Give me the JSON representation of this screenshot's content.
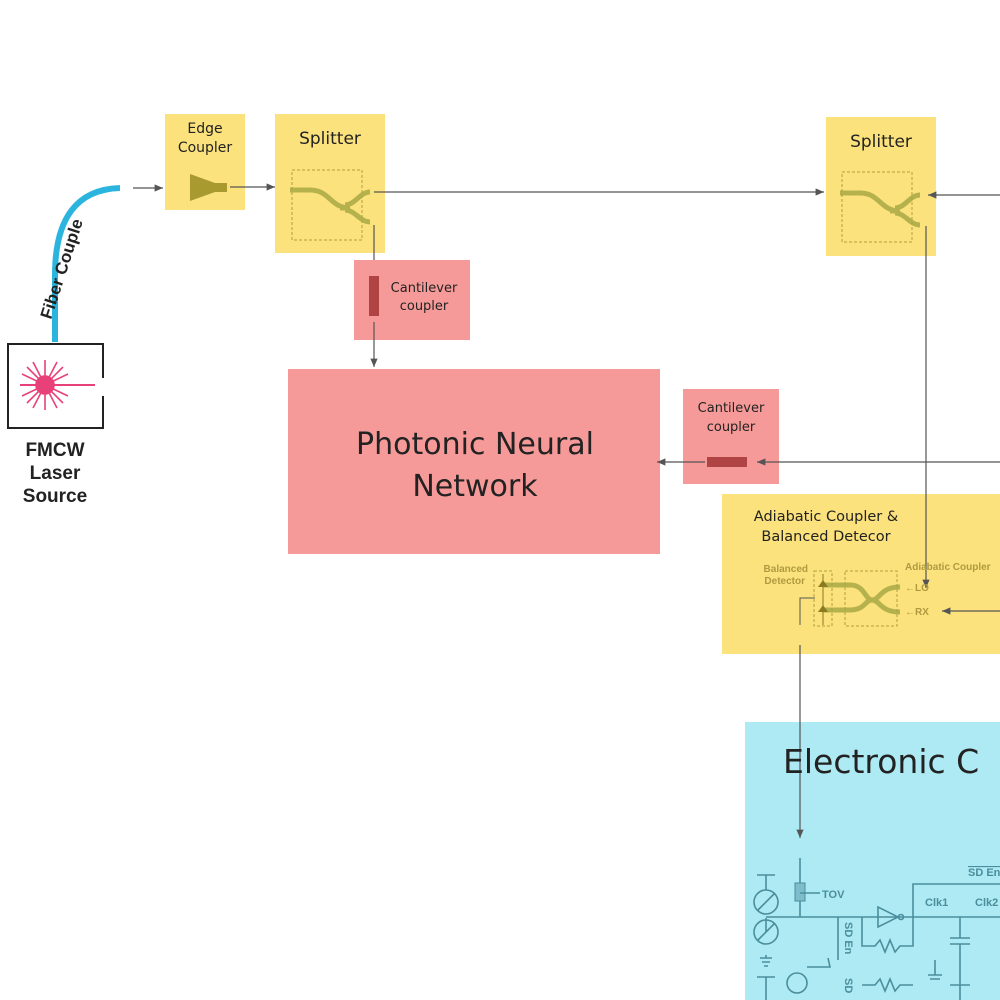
{
  "laser": {
    "fiber_label": "Fiber Couple",
    "label_lines": [
      "FMCW",
      "Laser",
      "Source"
    ]
  },
  "edge_coupler": {
    "lines": [
      "Edge",
      "Coupler"
    ]
  },
  "splitter_1": {
    "title": "Splitter"
  },
  "splitter_2": {
    "title": "Splitter"
  },
  "cantilever_1": {
    "lines": [
      "Cantilever",
      "coupler"
    ]
  },
  "cantilever_2": {
    "lines": [
      "Cantilever",
      "coupler"
    ]
  },
  "pnn": {
    "lines": [
      "Photonic Neural",
      "Network"
    ]
  },
  "adiabatic": {
    "lines": [
      "Adiabatic Coupler &",
      "Balanced Detecor"
    ],
    "detector_label": [
      "Balanced",
      "Detector"
    ],
    "coupler_label": "Adiabatic Coupler",
    "lo": "←LO",
    "rx": "←RX"
  },
  "electronic": {
    "title": "Electronic C",
    "labels": {
      "tov": "TOV",
      "clk1": "Clk1",
      "clk2": "Clk2",
      "sd_en_bar": "SD En",
      "sd_en": "SD En",
      "sd": "SD"
    }
  },
  "colors": {
    "yellow": "#fbe27c",
    "pink": "#f59a98",
    "cyan": "#aeeaf4",
    "fiber": "#2bb5de",
    "laser": "#e8417a"
  }
}
